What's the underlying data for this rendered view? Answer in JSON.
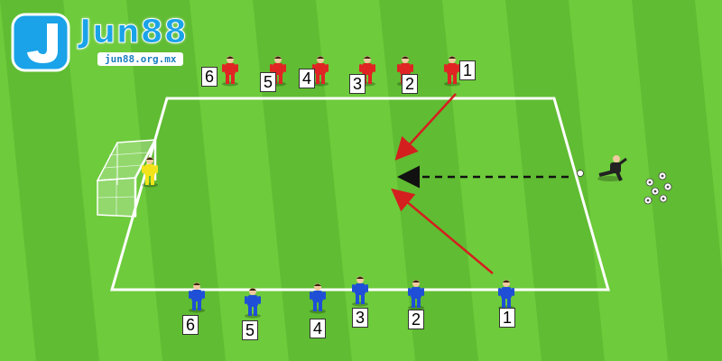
{
  "brand": {
    "name": "Jun88",
    "url": "jun88.org.mx",
    "color": "#1aa3e8"
  },
  "pitch": {
    "grass_light": "#6ecb3c",
    "grass_dark": "#55b02a",
    "line_color": "#ffffff"
  },
  "teams": {
    "red": {
      "color": "#e02424",
      "players": [
        {
          "label": "1"
        },
        {
          "label": "2"
        },
        {
          "label": "3"
        },
        {
          "label": "4"
        },
        {
          "label": "5"
        },
        {
          "label": "6"
        }
      ]
    },
    "blue": {
      "color": "#1e4fd6",
      "players": [
        {
          "label": "1"
        },
        {
          "label": "2"
        },
        {
          "label": "3"
        },
        {
          "label": "4"
        },
        {
          "label": "5"
        },
        {
          "label": "6"
        }
      ]
    }
  },
  "goalkeeper": {
    "color": "#f2e31a"
  },
  "coach": {
    "color": "#222222"
  },
  "arrows": {
    "run_color": "#d41f1f",
    "pass_color": "#111111"
  },
  "ball_count": 6
}
